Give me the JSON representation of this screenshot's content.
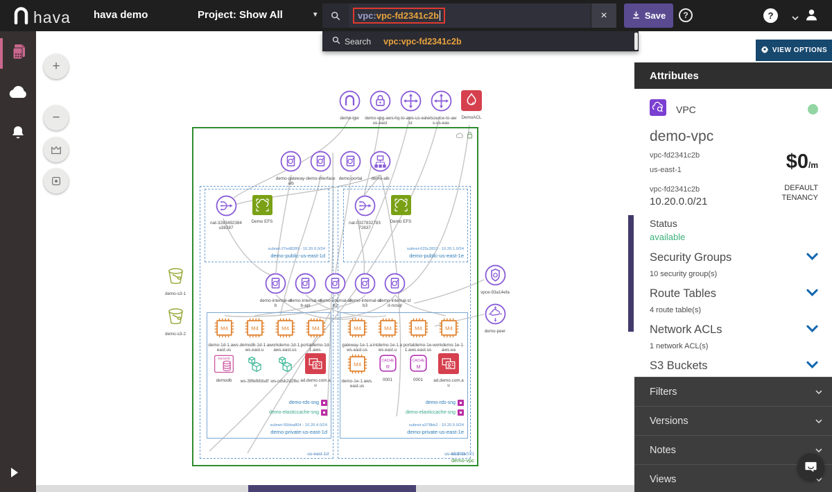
{
  "topbar": {
    "logo_text": "hava",
    "sheet_name": "hava demo",
    "project_label": "Project: Show All",
    "search_prefix": "vpc:",
    "search_term": "vpc-fd2341c2b",
    "clear_label": "×",
    "save_label": "Save",
    "help_outline": "?",
    "help_filled": "?"
  },
  "search_dropdown": {
    "search_label": "Search",
    "suggestion": "vpc:vpc-fd2341c2b"
  },
  "view_options": {
    "label": "VIEW OPTIONS"
  },
  "zoom_controls": {
    "zoom_in": "+",
    "zoom_out": "−"
  },
  "attributes": {
    "header": "Attributes",
    "type_label": "VPC",
    "name": "demo-vpc",
    "id1": "vpc-fd2341c2b",
    "region": "us-east-1",
    "cost_value": "$0",
    "cost_unit": "/m",
    "id2": "vpc-fd2341c2b",
    "cidr": "10.20.0.0/21",
    "tenancy_line1": "DEFAULT",
    "tenancy_line2": "TENANCY",
    "status_label": "Status",
    "status_value": "available",
    "sections": [
      {
        "title": "Security Groups",
        "detail": "10 security group(s)"
      },
      {
        "title": "Route Tables",
        "detail": "4 route table(s)"
      },
      {
        "title": "Network ACLs",
        "detail": "1 network ACL(s)"
      },
      {
        "title": "S3 Buckets",
        "detail": ""
      }
    ]
  },
  "accordion": [
    {
      "label": "Filters"
    },
    {
      "label": "Versions"
    },
    {
      "label": "Notes"
    },
    {
      "label": "Views"
    }
  ],
  "diagram": {
    "vpc_label": "demo-vpc",
    "vpc_cidr": "10.20.0.0/21",
    "top_row": [
      {
        "label": "demo-igw",
        "icon": "igw"
      },
      {
        "label": "demo-vpg-aws-us-east",
        "icon": "vpg"
      },
      {
        "label": "hq-to-aws-us-east",
        "icon": "cgw"
      },
      {
        "label": "netsource-to-aws-us-eas",
        "icon": "cgw"
      },
      {
        "label": "DemoACL",
        "icon": "acl"
      }
    ],
    "lb_row": [
      {
        "label": "demo-gateway-alb",
        "icon": "elb"
      },
      {
        "label": "demo-interface",
        "icon": "elb"
      },
      {
        "label": "demo-portal",
        "icon": "elb"
      },
      {
        "label": "demo-alb",
        "icon": "alb"
      }
    ],
    "elb_row": [
      {
        "label": "demo-internal-elb",
        "icon": "elb"
      },
      {
        "label": "demo-internal-elb-api",
        "icon": "elb"
      },
      {
        "label": "demo-internal-elb2",
        "icon": "elb"
      },
      {
        "label": "demo-internal-elb3",
        "icon": "elb"
      },
      {
        "label": "demo-internal-std-nosql",
        "icon": "elb"
      }
    ],
    "public_subnets": [
      {
        "nodes": [
          {
            "label": "nat-3283492384u38287",
            "icon": "nat"
          },
          {
            "label": "Demo EFS",
            "icon": "efs"
          }
        ],
        "subnet_info": "subnet-27ed8289 - 10.20.0.0/24",
        "name": "demo-public-us-east-1d"
      },
      {
        "nodes": [
          {
            "label": "nat-032783278372837",
            "icon": "nat"
          },
          {
            "label": "Demo EFS",
            "icon": "efs"
          }
        ],
        "subnet_info": "subnet-625c2831 - 10.20.1.0/24",
        "name": "demo-public-us-east-1e"
      }
    ],
    "private_subnets": [
      {
        "row1": [
          {
            "label": "demo-1d-1.aws.east.us",
            "icon": "m4"
          },
          {
            "label": "demodb-1d-1.aws.east.u",
            "icon": "m4"
          },
          {
            "label": "workdemo-1d-1.aws.east.us",
            "icon": "m4"
          },
          {
            "label": "portaldemo-1d-1.aws.",
            "icon": "m4"
          }
        ],
        "row2": [
          {
            "label": "demodb",
            "icon": "mariadb"
          },
          {
            "label": "ws-39fefkfdsdf",
            "icon": "workspace"
          },
          {
            "label": "ws-cdsk2d2fkc",
            "icon": "workspace"
          },
          {
            "label": "ad.demo.com.au",
            "icon": "directory"
          }
        ],
        "rds_sng": "demo-rds-sng",
        "cache_sng": "demo-elasticcache-sng",
        "subnet_info": "subnet-55bba804 - 10.20.4.0/24",
        "name": "demo-private-us-east-1d",
        "az": "us-east-1d"
      },
      {
        "row1": [
          {
            "label": "gateway-1e-1.aws.east.us",
            "icon": "m4"
          },
          {
            "label": "intdemo-1e-1.aws.east.u",
            "icon": "m4"
          },
          {
            "label": "portaldemo-1e-1.aws.east.us",
            "icon": "m4"
          },
          {
            "label": "workdemo-1e-1.aws.ea",
            "icon": "m4"
          }
        ],
        "row2": [
          {
            "label": "demo-1e-1.aws.east.us",
            "icon": "m4"
          },
          {
            "label": "0001",
            "icon": "cache-r"
          },
          {
            "label": "0001",
            "icon": "cache-m"
          },
          {
            "label": "ad.demo.com.au",
            "icon": "directory"
          }
        ],
        "rds_sng": "demo-rds-sng",
        "cache_sng": "demo-elasticcache-sng",
        "subnet_info": "subnet-a378bb2 - 10.20.5.0/24",
        "name": "demo-private-us-east-1e",
        "az": "us-east-1e"
      }
    ],
    "left_nodes": [
      {
        "label": "demo-s3-1",
        "icon": "s3"
      },
      {
        "label": "demo-s3-2",
        "icon": "s3"
      }
    ],
    "right_nodes": [
      {
        "label": "vpce-93a14efa",
        "icon": "vpce"
      },
      {
        "label": "demo-peer",
        "icon": "peer"
      }
    ]
  },
  "colors": {
    "accent_purple": "#5a4b91",
    "aws_purple": "#8a5cd8",
    "aws_orange": "#e0822f",
    "aws_green": "#7aa116",
    "aws_red": "#d6404e",
    "highlight_red": "#e0392e",
    "search_orange": "#e8a33d",
    "vpc_green": "#2e8b2e",
    "status_green": "#3cb179",
    "chevron_blue": "#1467b0"
  }
}
